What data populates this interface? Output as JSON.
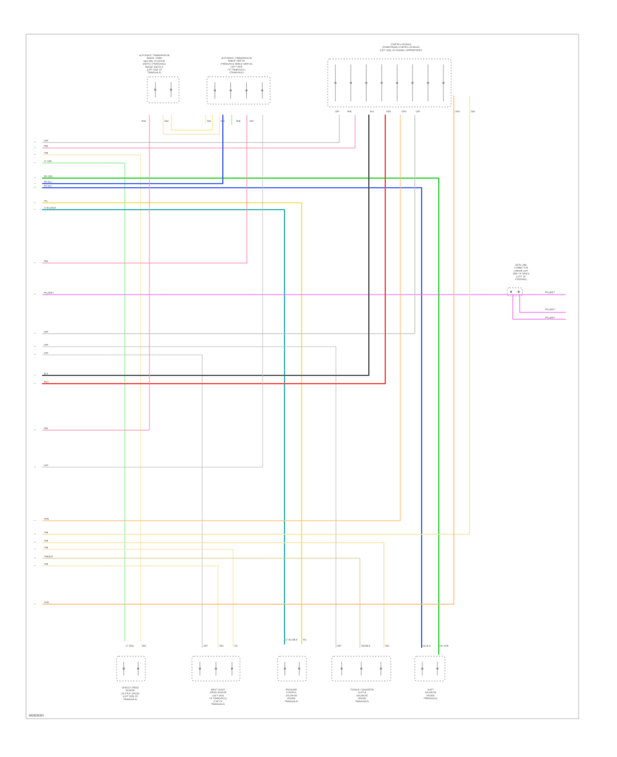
{
  "diagram": {
    "footer_code": "W0000000",
    "colors": {
      "GRY": "#bbbbbb",
      "PNK": "#ff8fb0",
      "TAN": "#f6e3a8",
      "LT GRN": "#8ee68e",
      "DK GRN": "#22cc22",
      "DK BLU": "#3355ee",
      "YEL": "#f4e060",
      "LT BLU/BLK": "#22aaaa",
      "PPL/WHT": "#ee66ee",
      "BLK": "#555555",
      "RED": "#ff4444",
      "ORN": "#ffba70",
      "TAN/BLK": "#d8c89a"
    },
    "components": [
      {
        "name": "top-left-switch",
        "text": [
          "AUTOMATIC TRANSMISSION",
          "RANGE / PARK",
          "NEUTRAL POSITION",
          "SWITCH (TRANSAXLE",
          "RANGE SWITCH)",
          "(LEFT SIDE OF",
          "TRANSAXLE)"
        ],
        "pins": [
          "PNK",
          "TAN"
        ]
      },
      {
        "name": "top-mid-switch",
        "text": [
          "AUTOMATIC TRANSMISSION",
          "RANGE SWITCH",
          "(TRANSAXLE RANGE SWITCH)",
          "(LEFT SIDE",
          "OF TRANSAXLE)",
          "(TRANSAXLE)"
        ],
        "pins": [
          "TAN",
          "TAN",
          "PNK",
          "GRY"
        ]
      },
      {
        "name": "top-right-module",
        "text": [
          "CONTROL MODULE",
          "(POWERTRAIN CONTROL MODULE)",
          "(LEFT SIDE OF ENGINE COMPARTMENT)"
        ],
        "pins": [
          "GRY",
          "PNK",
          "BLK",
          "RED",
          "ORN",
          "GRY",
          "ORN",
          "TAN"
        ]
      },
      {
        "name": "right-module",
        "text": [
          "DATA LINK",
          "CONNECTOR",
          "(UNDER LEFT",
          "SIDE OF DASH)",
          "(LEFT OF",
          "STEERING)"
        ],
        "pins": [
          "PPL/WHT",
          "PPL/WHT"
        ]
      },
      {
        "name": "bottom-sensor-1",
        "text": [
          "VEHICLE SPEED",
          "SENSOR",
          "(OUTPUT SPEED)",
          "(LEFT SIDE OF",
          "TRANSAXLE)"
        ],
        "pins": [
          "LT GRN",
          "TAN"
        ]
      },
      {
        "name": "bottom-sensor-2",
        "text": [
          "INPUT SHAFT",
          "SPEED SENSOR",
          "(LEFT SIDE",
          "OF TRANSAXLE)",
          "(TOP OF",
          "TRANSAXLE)"
        ],
        "pins": [
          "GRY",
          "TAN",
          "YEL"
        ]
      },
      {
        "name": "bottom-sensor-3",
        "text": [
          "PRESSURE",
          "CONTROL",
          "SOLENOID",
          "(INSIDE",
          "TRANSAXLE)"
        ],
        "pins": [
          "LT BLU/BLK",
          "YEL"
        ]
      },
      {
        "name": "bottom-sensor-4",
        "text": [
          "TORQUE CONVERTER",
          "CLUTCH",
          "SOLENOID",
          "(INSIDE",
          "TRANSAXLE)"
        ],
        "pins": [
          "GRY",
          "TAN/BLK",
          "TAN"
        ]
      },
      {
        "name": "bottom-sensor-5",
        "text": [
          "SHIFT",
          "SOLENOID",
          "(INSIDE",
          "TRANSAXLE)"
        ],
        "pins": [
          "DK BLU",
          "DK GRN"
        ]
      }
    ],
    "left_labels": [
      "GRY",
      "PNK",
      "TAN",
      "LT GRN",
      "DK GRN",
      "DK BLU",
      "DK BLU",
      "YEL",
      "LT BLU/BLK",
      "PNK",
      "PPL/WHT",
      "GRY",
      "GRY",
      "GRY",
      "BLK",
      "RED",
      "PNK",
      "GRY",
      "ORN",
      "TAN",
      "TAN",
      "TAN",
      "TAN/BLK",
      "TAN",
      "ORN"
    ],
    "right_labels": [
      "PPL/WHT",
      "PPL/WHT",
      "PPL/WHT"
    ]
  }
}
